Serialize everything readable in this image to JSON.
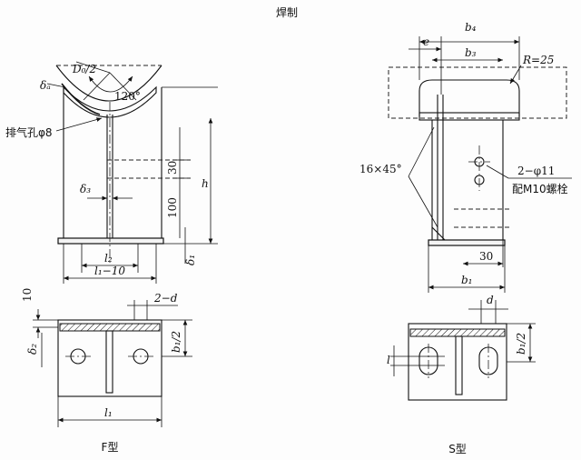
{
  "title": "焊制",
  "labels": {
    "delta_a": "δₐ",
    "d0_half": "D₀/2",
    "angle": "120°",
    "vent_hole": "排气孔φ8",
    "delta3": "δ₃",
    "l2": "l₂",
    "l1_minus_10": "l₁−10",
    "dim_30_left": "30",
    "dim_100": "100",
    "h": "h",
    "delta1": "δ₁",
    "e": "e",
    "b4": "b₄",
    "b3": "b₃",
    "radius": "R=25",
    "chamfer": "16×45°",
    "holes": "2−φ11",
    "bolt": "配M10螺栓",
    "dim_30_right": "30",
    "b1_side": "b₁",
    "dim_10": "10",
    "two_d": "2−d",
    "b1_half_f": "b₁/2",
    "delta2": "δ₂",
    "l1": "l₁",
    "d": "d",
    "b1_half_s": "b₁/2",
    "l_slot": "l",
    "type_f": "F型",
    "type_s": "S型"
  }
}
